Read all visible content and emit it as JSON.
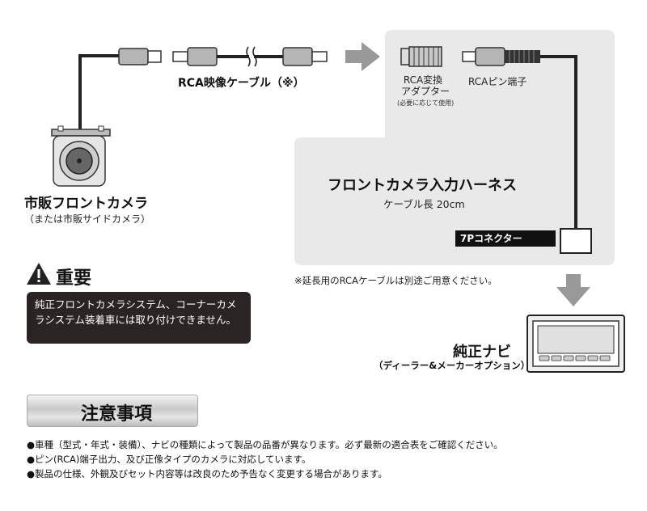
{
  "camera": {
    "title": "市販フロントカメラ",
    "subtitle": "（または市販サイドカメラ）"
  },
  "rca_cable": {
    "label": "RCA映像ケーブル（※）"
  },
  "adapter": {
    "line1": "RCA変換",
    "line2": "アダプター",
    "note": "(必要に応じて使用)"
  },
  "pin_terminal": {
    "label": "RCAピン端子"
  },
  "harness": {
    "title": "フロントカメラ入力ハーネス",
    "cable_length": "ケーブル長 20cm"
  },
  "connector": {
    "label": "7Pコネクター"
  },
  "extension_note": "※延長用のRCAケーブルは別途ご用意ください。",
  "important": {
    "heading": "重要",
    "text": "純正フロントカメラシステム、コーナーカメラシステム装着車には取り付けできません。"
  },
  "navi": {
    "title": "純正ナビ",
    "subtitle": "（ディーラー&メーカーオプション）"
  },
  "caution": {
    "heading": "注意事項",
    "items": [
      "●車種（型式・年式・装備）、ナビの種類によって製品の品番が異なります。必ず最新の適合表をご確認ください。",
      "●ピン(RCA)端子出力、及び正像タイプのカメラに対応しています。",
      "●製品の仕様、外観及びセット内容等は改良のため予告なく変更する場合があります。"
    ]
  },
  "colors": {
    "panel": "#e9e9e9",
    "dark_box": "#2b2424",
    "arrow": "#999999"
  }
}
